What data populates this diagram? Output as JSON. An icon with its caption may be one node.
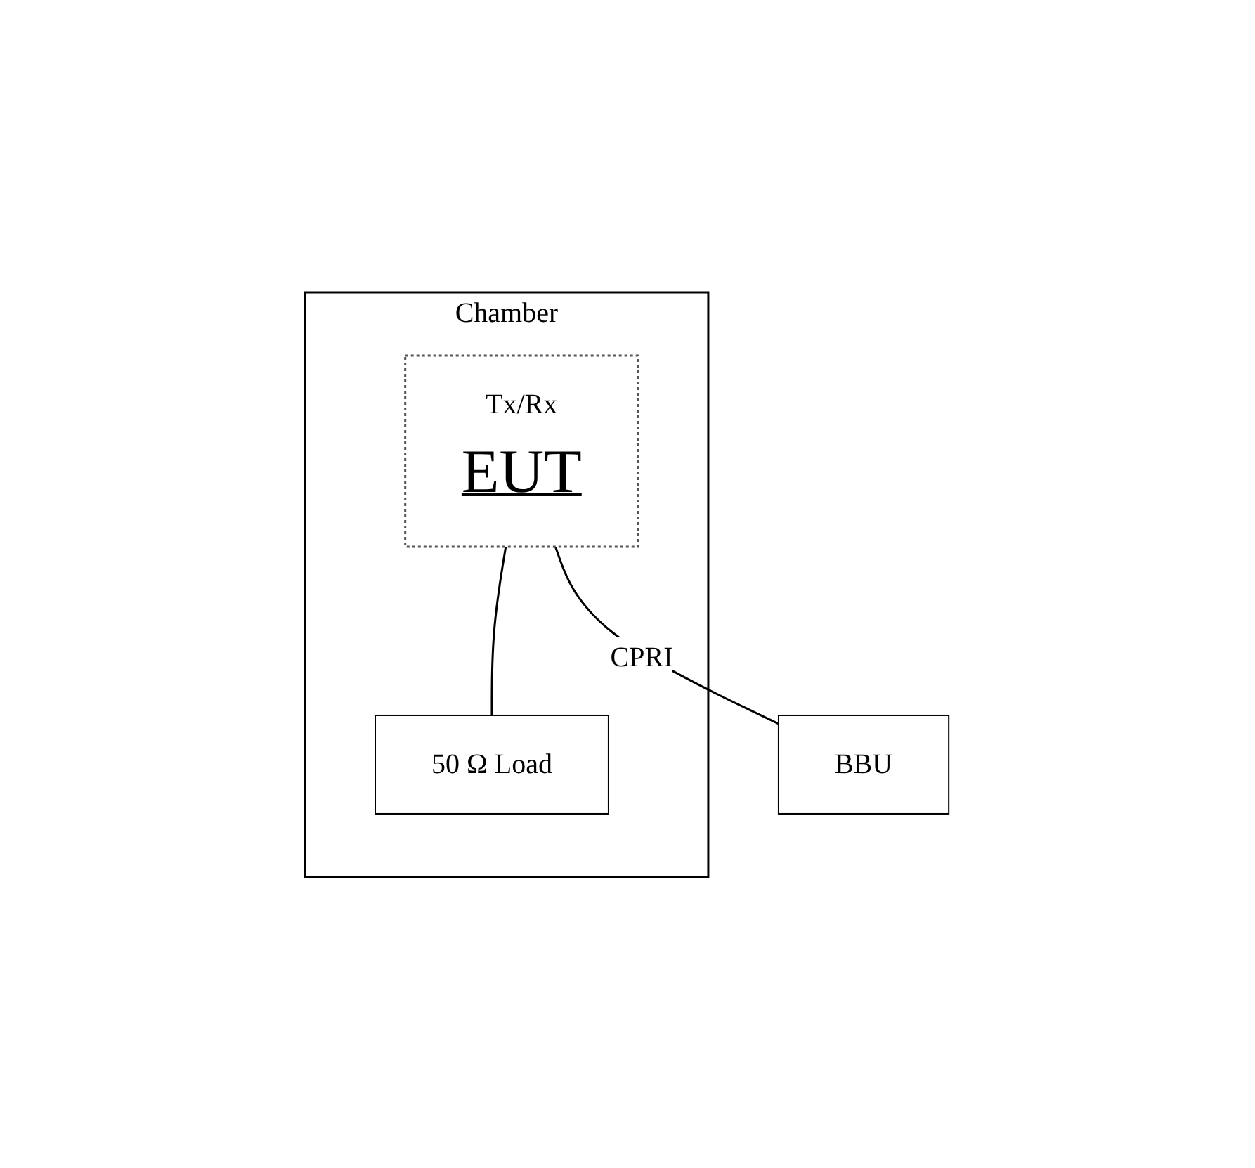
{
  "diagram": {
    "nodes": [
      {
        "text": [
          "Chamber"
        ]
      },
      {
        "text": [
          "Tx/Rx",
          "EUT"
        ],
        "in": 0
      },
      {
        "text": [
          "50 Ω Load"
        ],
        "in": 0
      },
      {
        "text": [
          "BBU"
        ]
      }
    ],
    "edges": [
      {
        "from": 1,
        "to": 2,
        "arrow": "none"
      },
      {
        "from": 1,
        "to": 3,
        "arrow": "none",
        "label": "CPRI"
      }
    ]
  }
}
